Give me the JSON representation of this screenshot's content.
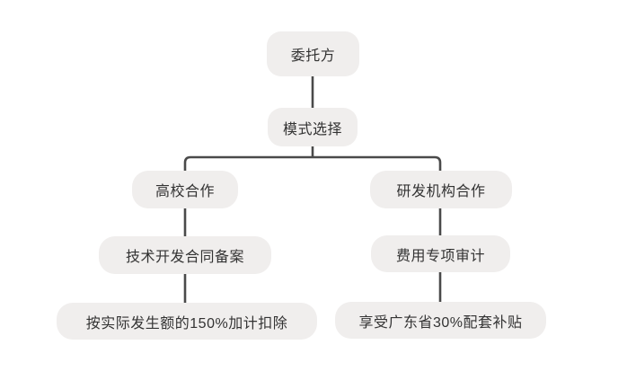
{
  "diagram": {
    "type": "flowchart",
    "nodes": {
      "root": {
        "label": "委托方"
      },
      "mode": {
        "label": "模式选择"
      },
      "left_branch": {
        "label": "高校合作"
      },
      "left_step2": {
        "label": "技术开发合同备案"
      },
      "left_step3": {
        "label": "按实际发生额的150%加计扣除"
      },
      "right_branch": {
        "label": "研发机构合作"
      },
      "right_step2": {
        "label": "费用专项审计"
      },
      "right_step3": {
        "label": "享受广东省30%配套补贴"
      }
    },
    "edges": [
      {
        "from": "root",
        "to": "mode"
      },
      {
        "from": "mode",
        "to": "left_branch"
      },
      {
        "from": "mode",
        "to": "right_branch"
      },
      {
        "from": "left_branch",
        "to": "left_step2"
      },
      {
        "from": "left_step2",
        "to": "left_step3"
      },
      {
        "from": "right_branch",
        "to": "right_step2"
      },
      {
        "from": "right_step2",
        "to": "right_step3"
      }
    ],
    "colors": {
      "background": "#ffffff",
      "node_fill": "#f0eeed",
      "connector": "#4a4a4a",
      "text": "#333333"
    }
  }
}
